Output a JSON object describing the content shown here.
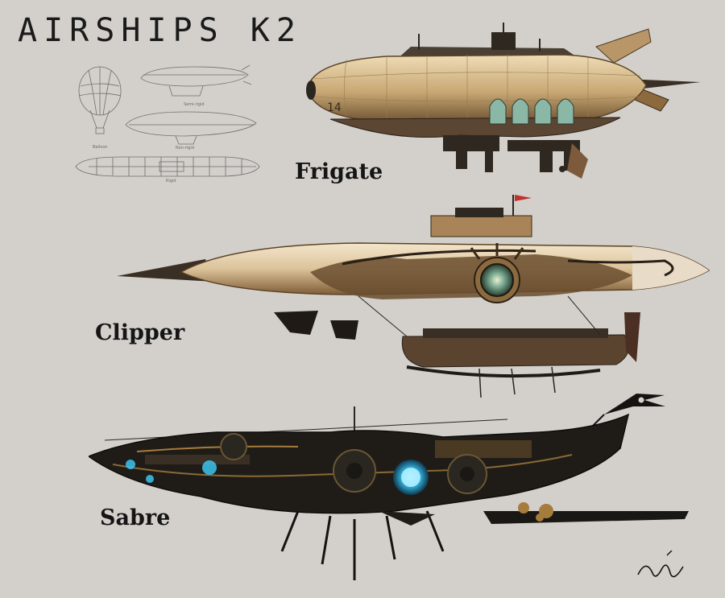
{
  "sheet": {
    "title": "AIRSHIPS K2",
    "ships": [
      {
        "label": "Frigate"
      },
      {
        "label": "Clipper"
      },
      {
        "label": "Sabre"
      }
    ],
    "sketches": [
      {
        "caption": "Balloon"
      },
      {
        "caption": "Semi-rigid"
      },
      {
        "caption": "Non-rigid"
      },
      {
        "caption": "Rigid"
      }
    ],
    "colors": {
      "background": "#d3d0cb",
      "hull_canvas": "#d9c29a",
      "hull_shadow": "#8c6a3e",
      "brass": "#a67c3d",
      "dark_metal": "#2a2620",
      "sabre_glow": "#3cc4f0",
      "flag_red": "#c0322b"
    }
  }
}
